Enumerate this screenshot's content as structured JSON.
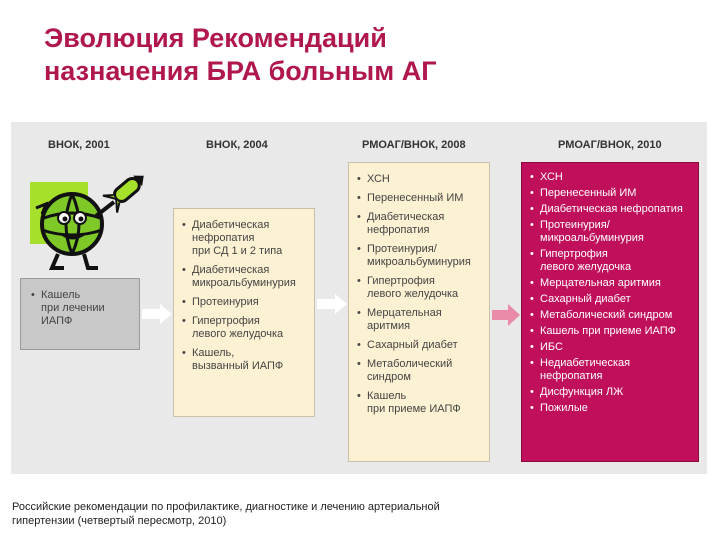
{
  "title": {
    "line1": "Эволюция Рекомендаций",
    "line2": "назначения БРА больным АГ"
  },
  "columns": {
    "c1": "ВНОК, 2001",
    "c2": "ВНОК, 2004",
    "c3": "РМОАГ/ВНОК, 2008",
    "c4": "РМОАГ/ВНОК, 2010"
  },
  "box2001": [
    [
      "Кашель",
      "при лечении",
      "ИАПФ"
    ]
  ],
  "box2004": [
    [
      "Диабетическая",
      "нефропатия",
      "при СД 1 и 2 типа"
    ],
    [
      "Диабетическая",
      "микроальбуминурия"
    ],
    [
      "Протеинурия"
    ],
    [
      "Гипертрофия",
      "левого желудочка"
    ],
    [
      "Кашель,",
      "вызванный ИАПФ"
    ]
  ],
  "box2008": [
    [
      "ХСН"
    ],
    [
      "Перенесенный ИМ"
    ],
    [
      "Диабетическая",
      "нефропатия"
    ],
    [
      "Протеинурия/",
      "микроальбуминурия"
    ],
    [
      "Гипертрофия",
      "левого желудочка"
    ],
    [
      "Мерцательная",
      "аритмия"
    ],
    [
      "Сахарный диабет"
    ],
    [
      "Метаболический",
      "синдром"
    ],
    [
      "Кашель",
      "при приеме ИАПФ"
    ]
  ],
  "box2010": [
    [
      "ХСН"
    ],
    [
      "Перенесенный ИМ"
    ],
    [
      "Диабетическая нефропатия"
    ],
    [
      "Протеинурия/",
      "микроальбуминурия"
    ],
    [
      "Гипертрофия",
      "левого желудочка"
    ],
    [
      "Мерцательная аритмия"
    ],
    [
      "Сахарный диабет"
    ],
    [
      "Метаболический синдром"
    ],
    [
      "Кашель при приеме ИАПФ"
    ],
    [
      "ИБС"
    ],
    [
      "Недиабетическая",
      "нефропатия"
    ],
    [
      "Дисфункция ЛЖ"
    ],
    [
      "Пожилые"
    ]
  ],
  "footnote": {
    "line1": "Российские рекомендации по профилактике, диагностике и лечению артериальной",
    "line2": "гипертензии (четвертый пересмотр, 2010)"
  },
  "colors": {
    "title": "#b0174f",
    "accent_box": "#c0105c",
    "yellow_box": "#fdf1d3",
    "gray_box": "#c8c8c8",
    "mascot_green": "#a6e02a"
  }
}
